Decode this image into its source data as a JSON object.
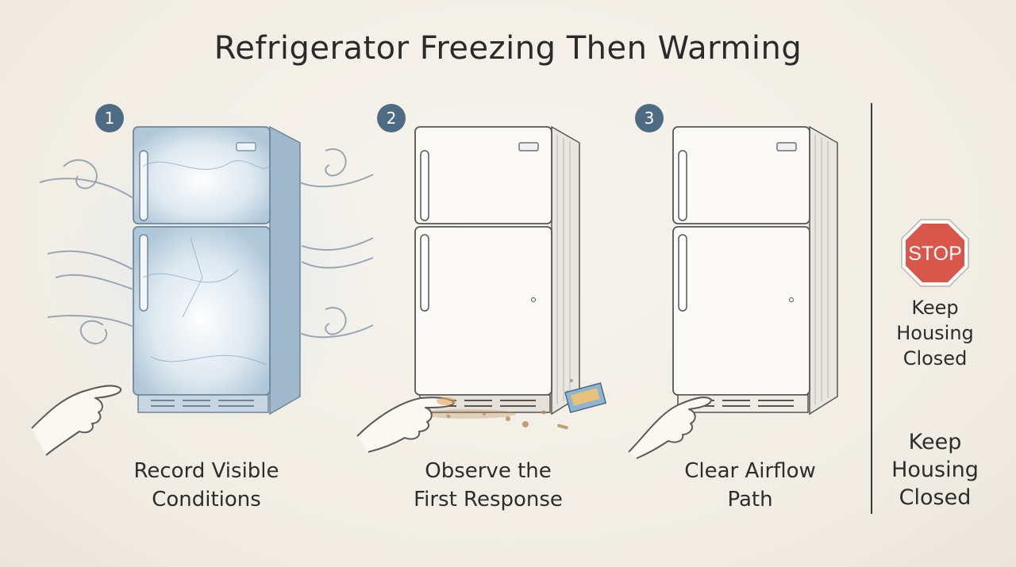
{
  "title": "Refrigerator Freezing Then Warming",
  "steps": [
    {
      "number": "1",
      "caption_line1": "Record Visible",
      "caption_line2": "Conditions"
    },
    {
      "number": "2",
      "caption_line1": "Observe the",
      "caption_line2": "First Response"
    },
    {
      "number": "3",
      "caption_line1": "Clear Airflow",
      "caption_line2": "Path"
    }
  ],
  "stop_sign": {
    "text": "STOP",
    "color": "#d9574a"
  },
  "warning_upper": {
    "line1": "Keep",
    "line2": "Housing",
    "line3": "Closed"
  },
  "warning_lower": {
    "line1": "Keep",
    "line2": "Housing",
    "line3": "Closed"
  },
  "colors": {
    "badge": "#4e6b84",
    "frost": "#c9dbe8",
    "stop": "#d9574a"
  }
}
